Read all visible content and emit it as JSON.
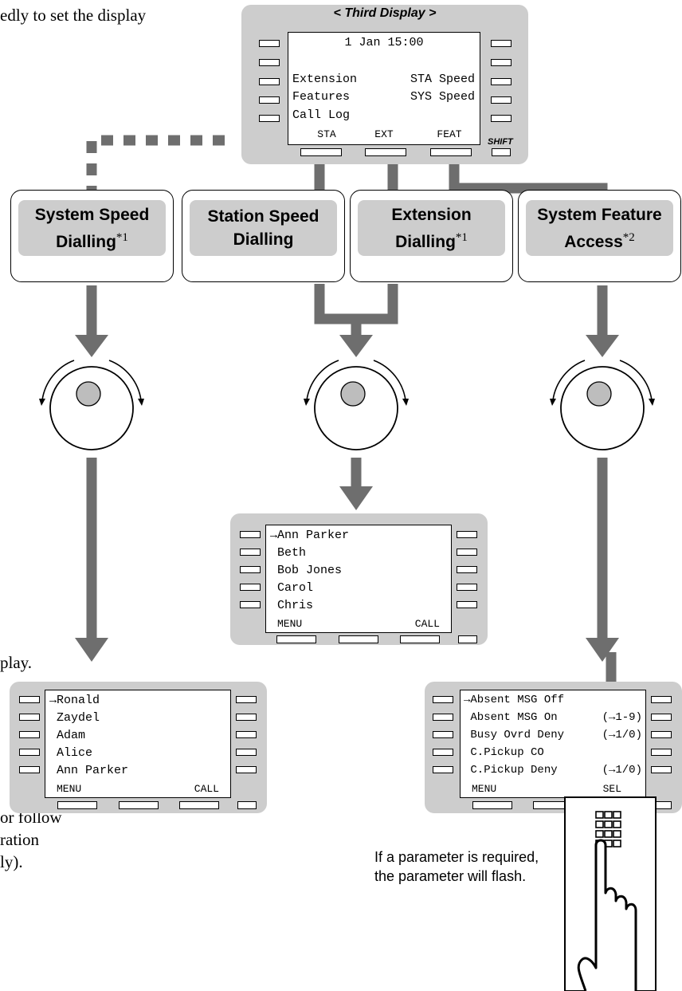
{
  "top_text": "edly to set the display",
  "display_text_partial": "play.",
  "bottom_left_lines": [
    "or follow",
    "ration",
    "ly)."
  ],
  "third_display": {
    "title": "< Third Display >",
    "date_time": "1 Jan 15:00",
    "rows": [
      {
        "left": "Extension",
        "right": "STA Speed"
      },
      {
        "left": "Features",
        "right": "SYS Speed"
      },
      {
        "left": "Call Log",
        "right": ""
      }
    ],
    "softkeys": [
      "STA",
      "EXT",
      "FEAT"
    ],
    "shift_label": "SHIFT"
  },
  "boxes": {
    "system_speed": {
      "line1": "System Speed",
      "line2": "Dialling",
      "note": "*1"
    },
    "station_speed": {
      "line1": "Station Speed",
      "line2": "Dialling"
    },
    "extension": {
      "line1": "Extension",
      "line2": "Dialling",
      "note": "*1"
    },
    "system_feature": {
      "line1": "System Feature",
      "line2": "Access",
      "note": "*2"
    }
  },
  "station_list": {
    "items": [
      "→Ann Parker",
      " Beth",
      " Bob Jones",
      " Carol",
      " Chris"
    ],
    "left_key": "MENU",
    "right_key": "CALL"
  },
  "system_list": {
    "items": [
      "→Ronald",
      " Zaydel",
      " Adam",
      " Alice",
      " Ann Parker"
    ],
    "left_key": "MENU",
    "right_key": "CALL"
  },
  "feature_list": {
    "items": [
      {
        "name": "→Absent MSG Off",
        "param": ""
      },
      {
        "name": " Absent MSG On",
        "param": "(→1-9)"
      },
      {
        "name": " Busy Ovrd Deny",
        "param": "(→1/0)"
      },
      {
        "name": " C.Pickup CO",
        "param": ""
      },
      {
        "name": " C.Pickup Deny",
        "param": "(→1/0)"
      }
    ],
    "left_key": "MENU",
    "right_key": "SEL"
  },
  "parameter_note": [
    "If a parameter is required,",
    "the parameter will flash."
  ],
  "icons": [
    "jog-dial-icon",
    "keypad-press-icon"
  ],
  "colors": {
    "panel": "#cdcdcd",
    "arrow": "#6e6e6e"
  }
}
